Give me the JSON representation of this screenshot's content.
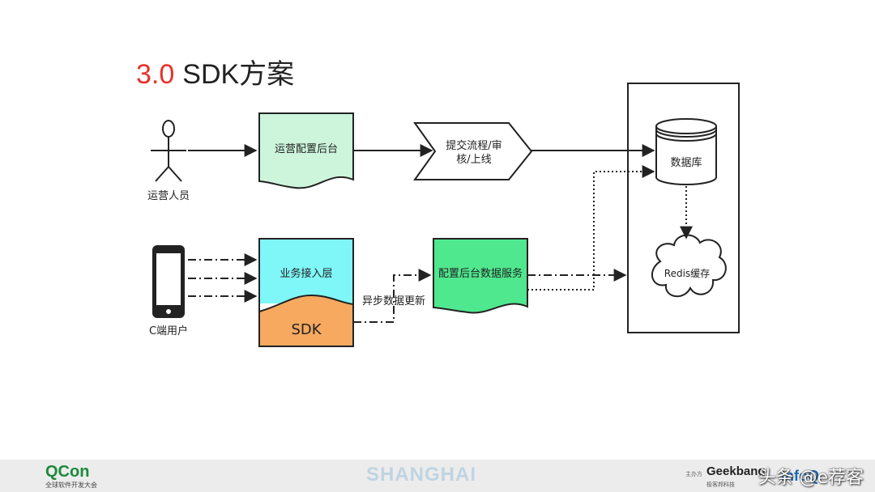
{
  "title": {
    "number": "3.0",
    "text": "SDK方案"
  },
  "diagram": {
    "ops_person_label": "运营人员",
    "ops_backend_label": "运营配置后台",
    "review_line1": "提交流程/审",
    "review_line2": "核/上线",
    "database_label": "数据库",
    "redis_label": "Redis缓存",
    "client_label": "C端用户",
    "access_layer_label": "业务接入层",
    "sdk_label": "SDK",
    "async_update_label": "异步数据更新",
    "config_service_label": "配置后台数据服务"
  },
  "footer": {
    "qcon_logo": "QCon",
    "qcon_sub": "全球软件开发大会",
    "city": "SHANGHAI",
    "sponsor_label": "主办方",
    "geek_logo": "Geekbang",
    "geek_sub": "极客邦科技",
    "infoq_logo": "InfoQ",
    "watermark": "头条 @e荐客"
  },
  "colors": {
    "title_number": "#e8312a",
    "ops_backend_fill": "#ccf5dc",
    "access_layer_fill": "#7ff6f7",
    "sdk_fill": "#f7a95f",
    "config_service_fill": "#4fe88f"
  }
}
